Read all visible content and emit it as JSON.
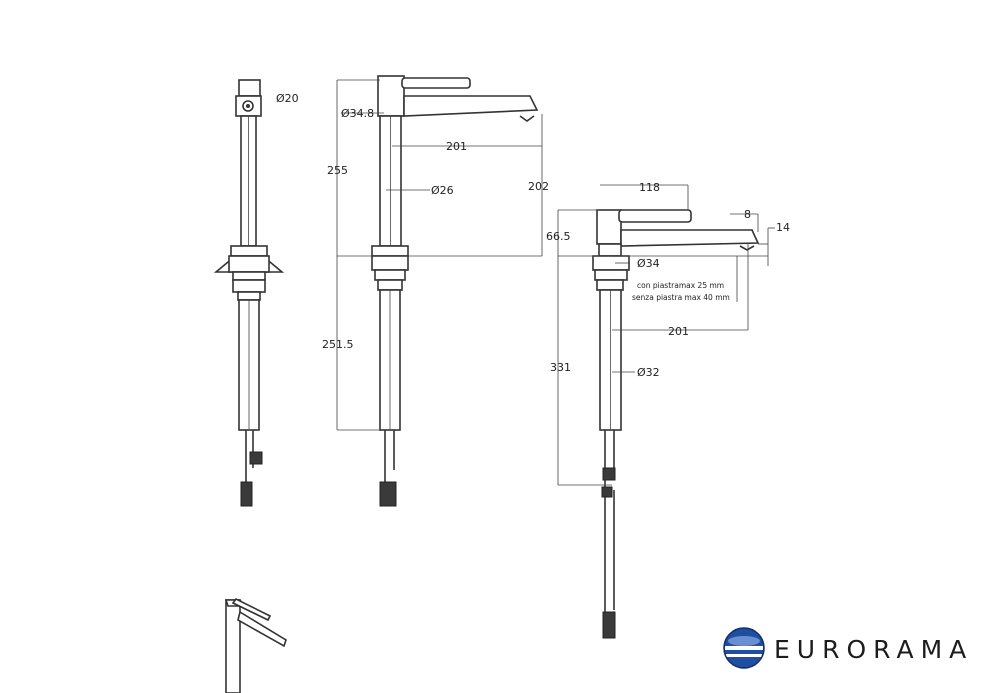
{
  "dimensions": {
    "side_handle_diameter": "Ø20",
    "body_top_diameter": "Ø34.8",
    "spout_reach_top": "201",
    "total_height": "255",
    "body_diameter": "Ø26",
    "spout_height": "202",
    "under_counter_length": "251.5",
    "handle_reach": "118",
    "outlet_offset": "8",
    "outlet_drop": "14",
    "body_height_right": "66.5",
    "base_diameter": "Ø34",
    "spout_reach_right": "201",
    "shank_diameter": "Ø32",
    "shank_length": "331"
  },
  "notes": {
    "plate_max": "con piastramax 25 mm",
    "no_plate_max": "senza piastra max 40 mm"
  },
  "brand": {
    "name": "EURORAMA",
    "logo_icon": "eurorama-globe-logo",
    "logo_colors": [
      "#1e4fa3",
      "#6a8fd0",
      "#0f2f6b"
    ]
  }
}
